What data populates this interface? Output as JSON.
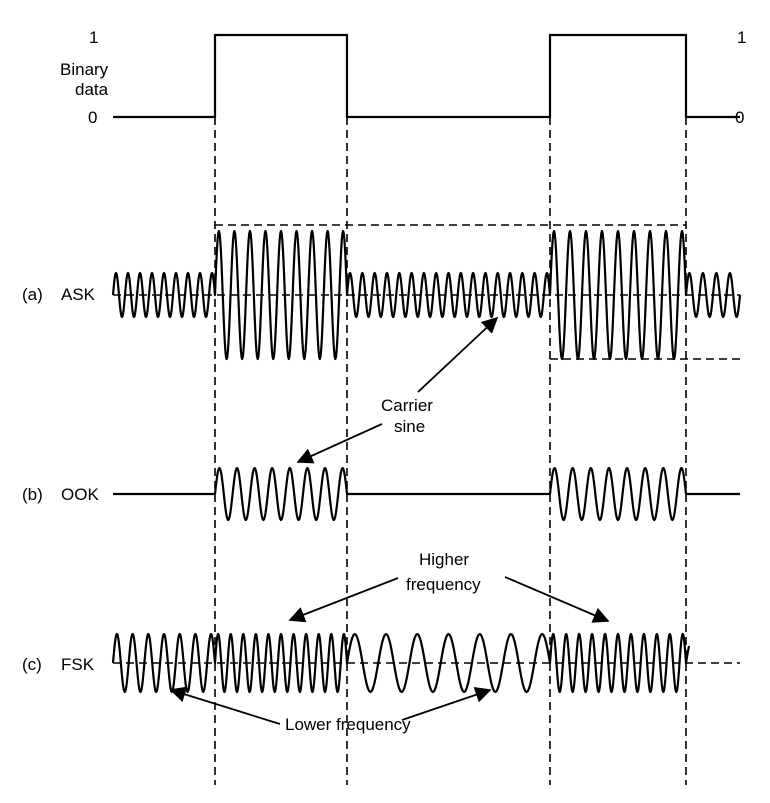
{
  "binary_data": {
    "label_line1": "Binary",
    "label_line2": "data",
    "level_high": "1",
    "level_low": "0",
    "bits": [
      0,
      1,
      0,
      1,
      0
    ]
  },
  "rows": {
    "ask": {
      "tag": "(a)",
      "name": "ASK"
    },
    "ook": {
      "tag": "(b)",
      "name": "OOK"
    },
    "fsk": {
      "tag": "(c)",
      "name": "FSK"
    }
  },
  "annotations": {
    "carrier_line1": "Carrier",
    "carrier_line2": "sine",
    "higher_line1": "Higher",
    "higher_line2": "frequency",
    "lower": "Lower frequency"
  },
  "colors": {
    "ink": "#000000",
    "background": "#ffffff"
  }
}
